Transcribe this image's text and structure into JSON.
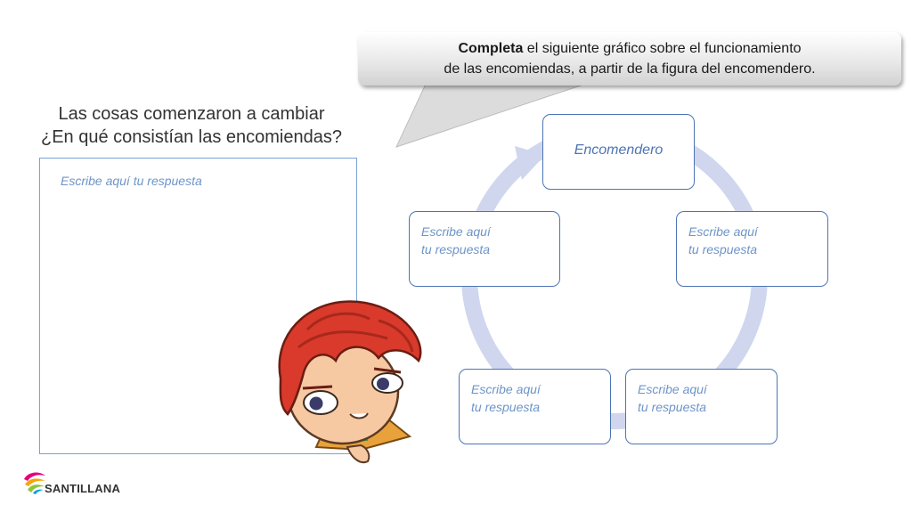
{
  "instruction": {
    "bold": "Completa",
    "line1_rest": " el siguiente gráfico sobre el funcionamiento",
    "line2": "de las encomiendas, a partir de la figura del encomendero."
  },
  "heading": {
    "line1": "Las cosas comenzaron a cambiar",
    "line2": "¿En qué consistían las encomiendas?"
  },
  "answer_box": {
    "placeholder": "Escribe aquí tu respuesta"
  },
  "cycle": {
    "center": "Encomendero",
    "nodes": [
      {
        "line1": "Escribe aquí",
        "line2": "tu respuesta"
      },
      {
        "line1": "Escribe aquí",
        "line2": "tu respuesta"
      },
      {
        "line1": "Escribe aquí",
        "line2": "tu respuesta"
      },
      {
        "line1": "Escribe aquí",
        "line2": "tu respuesta"
      }
    ],
    "arrow_color": "#cfd6ee",
    "border_color": "#4c74b4"
  },
  "logo": {
    "text": "SANTILLANA"
  }
}
